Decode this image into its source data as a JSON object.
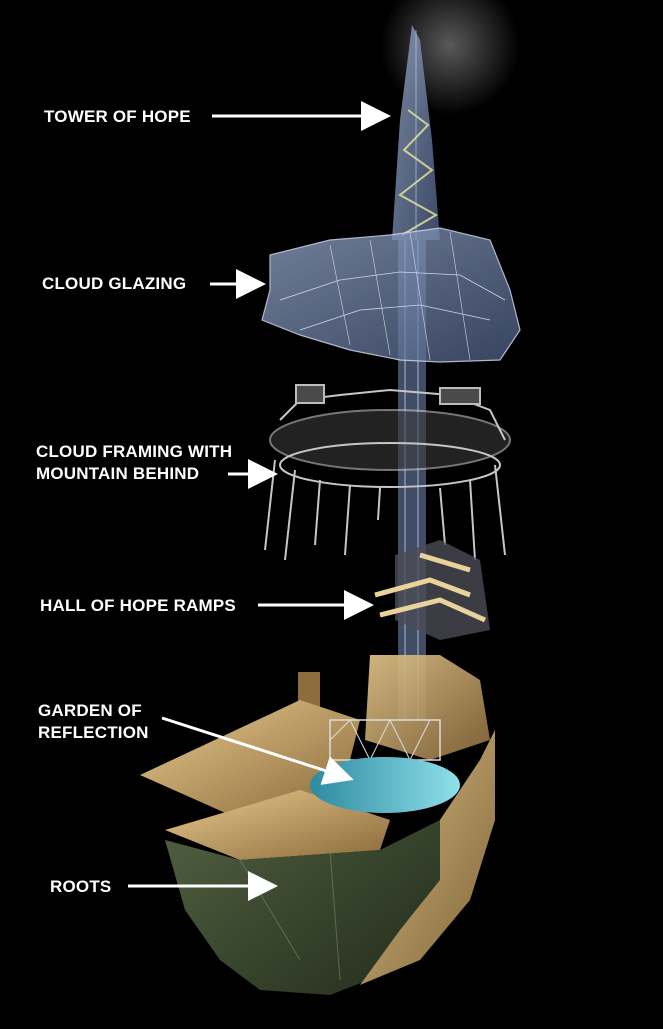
{
  "labels": {
    "tower": "TOWER OF HOPE",
    "cloud_glazing": "CLOUD GLAZING",
    "cloud_framing_1": "CLOUD FRAMING WITH",
    "cloud_framing_2": "MOUNTAIN BEHIND",
    "hall_ramps": "HALL OF HOPE RAMPS",
    "garden_1": "GARDEN OF",
    "garden_2": "REFLECTION",
    "roots": "ROOTS"
  },
  "colors": {
    "background": "#000000",
    "label_text": "#ffffff",
    "arrow": "#ffffff",
    "glass": "#8fa6c8",
    "frame": "#c8c8c8",
    "wood": "#c9a66b",
    "green_hull": "#2f3f2a",
    "water": "#4fb3c4"
  }
}
